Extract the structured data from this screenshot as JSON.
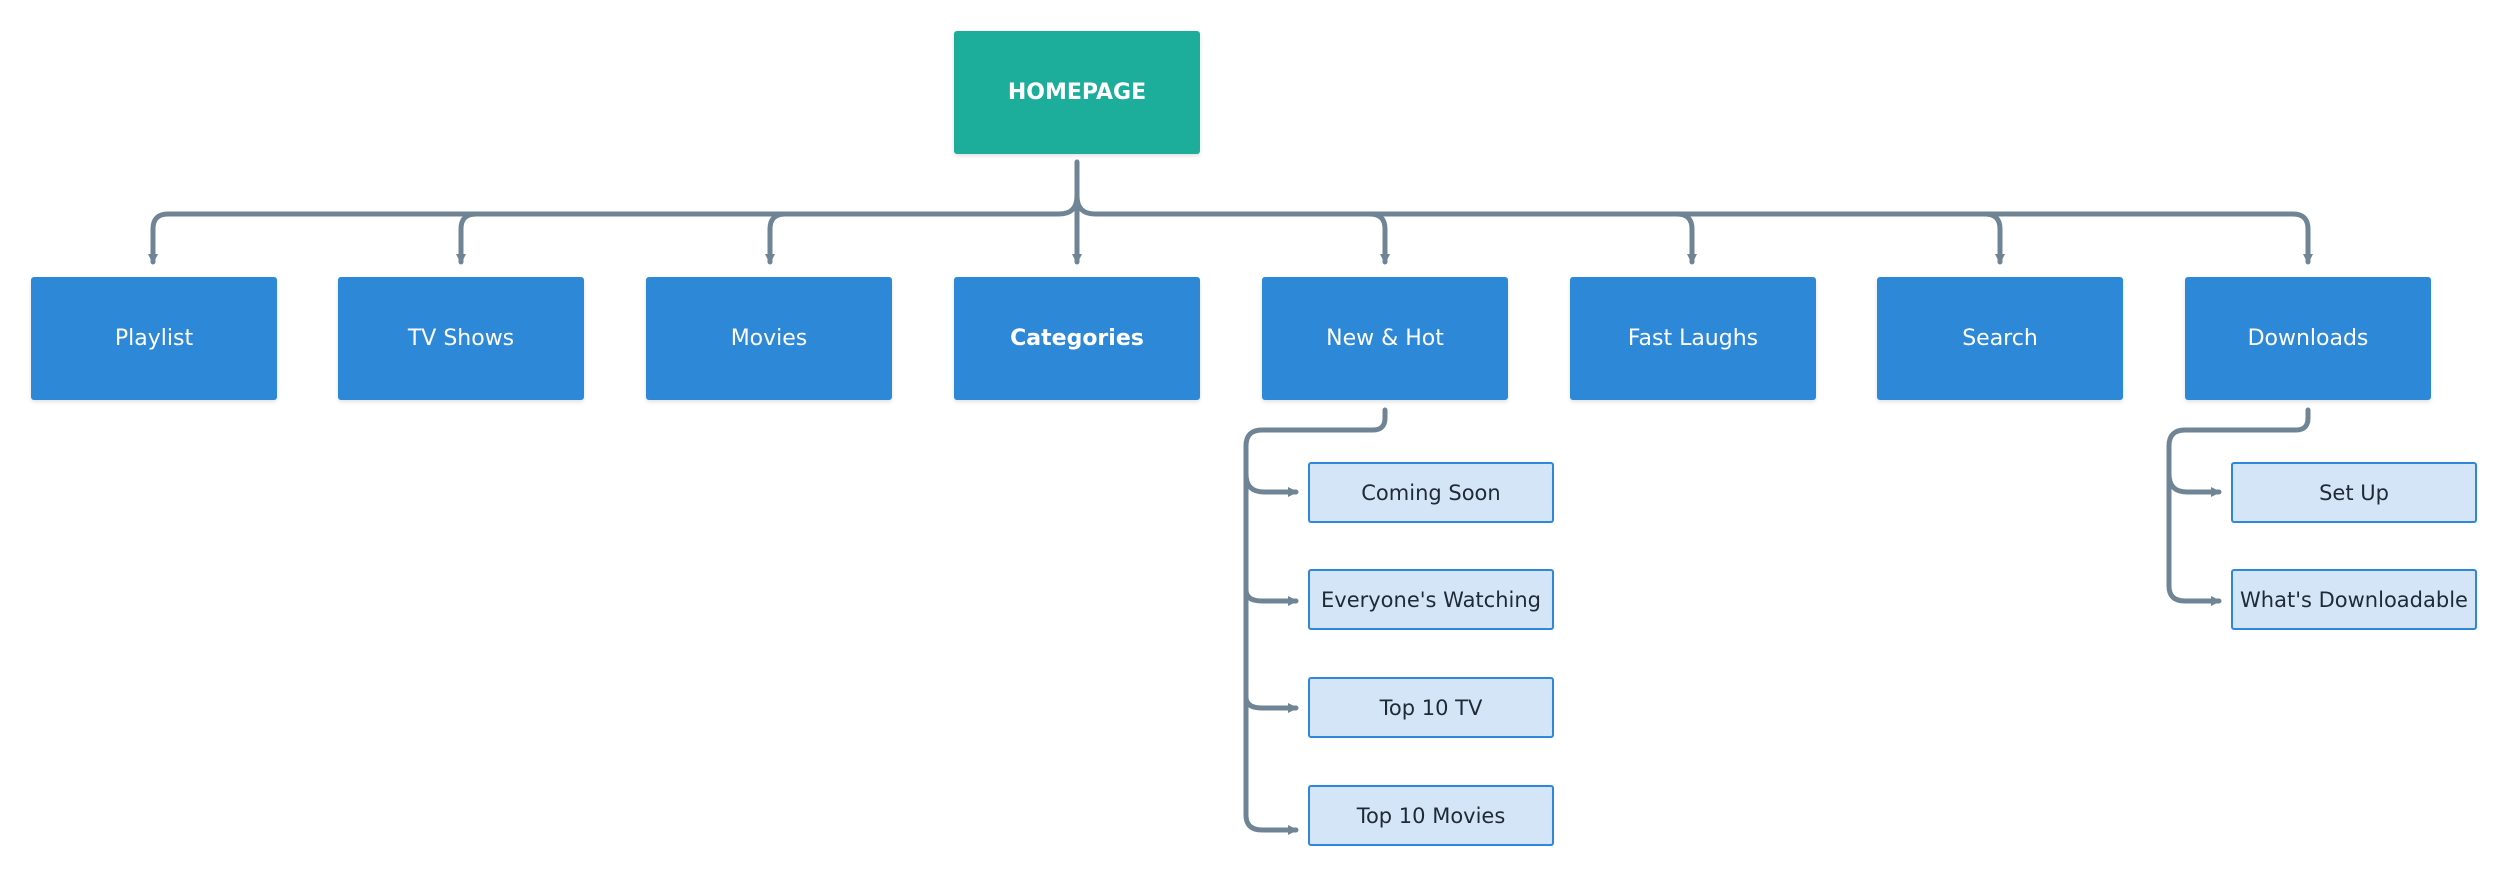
{
  "diagram": {
    "root": {
      "label": "HOMEPAGE"
    },
    "sections": [
      {
        "label": "Playlist"
      },
      {
        "label": "TV Shows"
      },
      {
        "label": "Movies"
      },
      {
        "label": "Categories"
      },
      {
        "label": "New & Hot",
        "children": [
          "Coming Soon",
          "Everyone's Watching",
          "Top 10 TV",
          "Top 10 Movies"
        ]
      },
      {
        "label": "Fast Laughs"
      },
      {
        "label": "Search"
      },
      {
        "label": "Downloads",
        "children": [
          "Set Up",
          "What's Downloadable"
        ]
      }
    ],
    "colors": {
      "root": "#1cae9b",
      "section": "#2e88d8",
      "subsection_fill": "#d3e5f7",
      "subsection_border": "#2e88d8",
      "connector": "#6f8495"
    }
  }
}
